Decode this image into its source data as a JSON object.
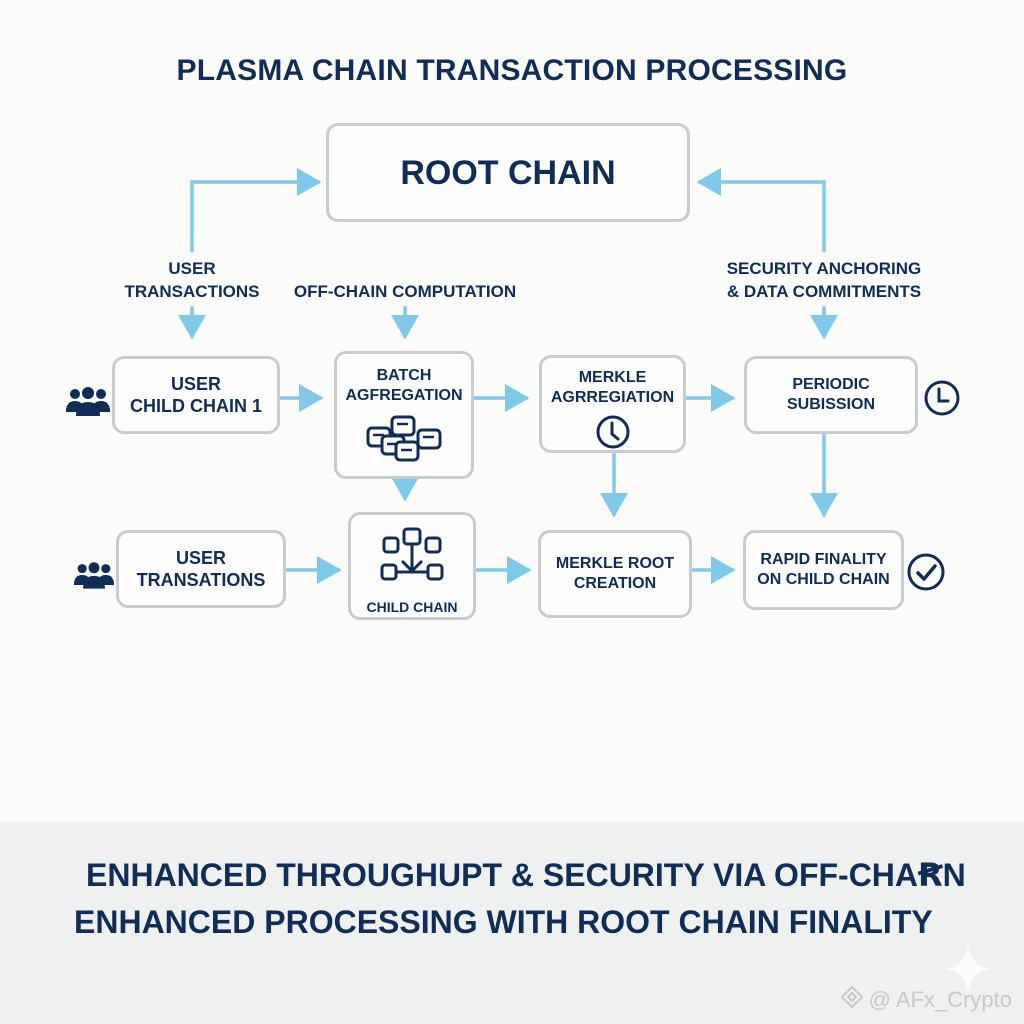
{
  "title": "PLASMA CHAIN TRANSACTION PROCESSING",
  "colors": {
    "text": "#0f2d57",
    "arrow": "#7ec8ea",
    "box_border": "#c9cccf",
    "footer_bg": "#eff1f1"
  },
  "nodes": {
    "root_chain": "ROOT CHAIN",
    "user_child_chain_1": "USER\nCHILD CHAIN 1",
    "batch_aggregation": "BATCH\nAGFREGATION",
    "merkle_aggregation": "MERKLE\nAGRREGIATION",
    "periodic_submission": "PERIODIC SUBISSION",
    "user_transations": "USER\nTRANSATIONS",
    "child_chain": "CHILD CHAIN",
    "merkle_root_creation": "MERKLE ROOT\nCREATION",
    "rapid_finality": "RAPID FINALITY\nON CHILD CHAIN"
  },
  "flow_labels": {
    "user_transactions": "USER\nTRANSACTIONS",
    "off_chain_computation": "OFF-CHAIN COMPUTATION",
    "security_anchoring": "SECURITY ANCHORING\n& DATA COMMITMENTS"
  },
  "icons": {
    "users_top": "users-group-icon",
    "users_bottom": "users-group-icon",
    "batch": "stacked-documents-icon",
    "merkle_clock": "clock-icon",
    "periodic_clock": "clock-icon",
    "child_chain_tree": "network-tree-icon",
    "finality_check": "check-circle-icon"
  },
  "footer": {
    "line1": "ENHANCED THROUGHUPT & SECURITY VIA OFF-CHAꞦN",
    "line2": "ENHANCED PROCESSING WITH ROOT CHAIN FINALITY"
  },
  "watermark": "@ AFx_Crypto"
}
